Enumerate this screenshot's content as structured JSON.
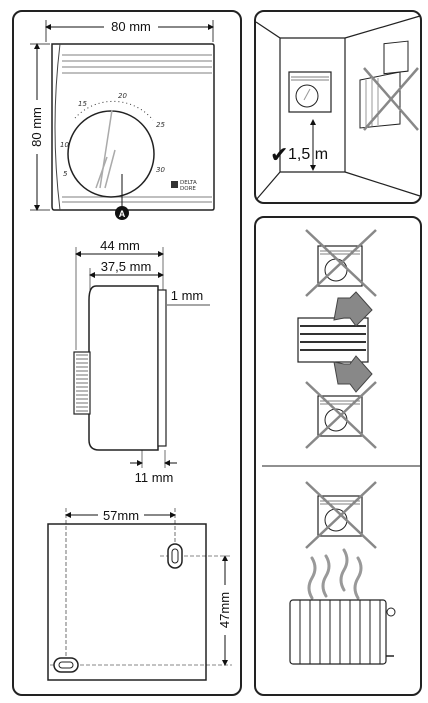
{
  "dimensions": {
    "front_width": "80 mm",
    "front_height": "80 mm",
    "side_depth_total": "44 mm",
    "side_depth_body": "37,5 mm",
    "side_gap": "1 mm",
    "side_base": "11 mm",
    "back_hole_spacing_h": "57mm",
    "back_hole_spacing_v": "47mm"
  },
  "dial_scale": [
    "5",
    "10",
    "15",
    "20",
    "25",
    "30"
  ],
  "brand": {
    "line1": "DELTA",
    "line2": "DORE"
  },
  "marker": "A",
  "install": {
    "height_label": "1,5 m",
    "check_mark": "✔"
  }
}
